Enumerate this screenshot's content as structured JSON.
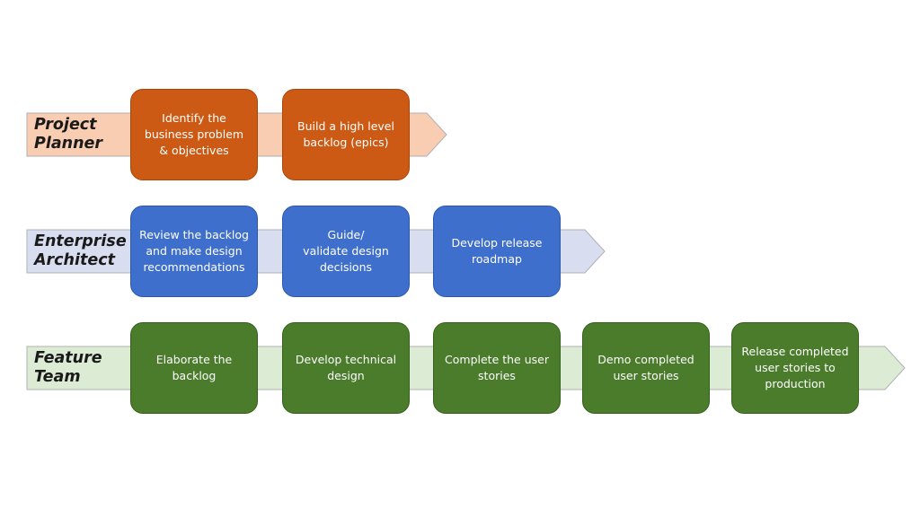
{
  "colors": {
    "lane_planner_fill": "#f9cdb2",
    "lane_architect_fill": "#d8def0",
    "lane_feature_fill": "#dcebd4",
    "step_orange": "#cc5a14",
    "step_blue": "#3f6fcc",
    "step_green": "#4a7c2c"
  },
  "lanes": [
    {
      "label": "Project\nPlanner",
      "steps": [
        "Identify the\nbusiness problem\n& objectives",
        "Build a high level\nbacklog (epics)"
      ]
    },
    {
      "label": "Enterprise\nArchitect",
      "steps": [
        "Review the backlog\nand make design\nrecommendations",
        "Guide/\nvalidate design\ndecisions",
        "Develop release\nroadmap"
      ]
    },
    {
      "label": "Feature\nTeam",
      "steps": [
        "Elaborate the\nbacklog",
        "Develop technical\ndesign",
        "Complete the user\nstories",
        "Demo completed\nuser stories",
        "Release completed\nuser stories to\nproduction"
      ]
    }
  ]
}
